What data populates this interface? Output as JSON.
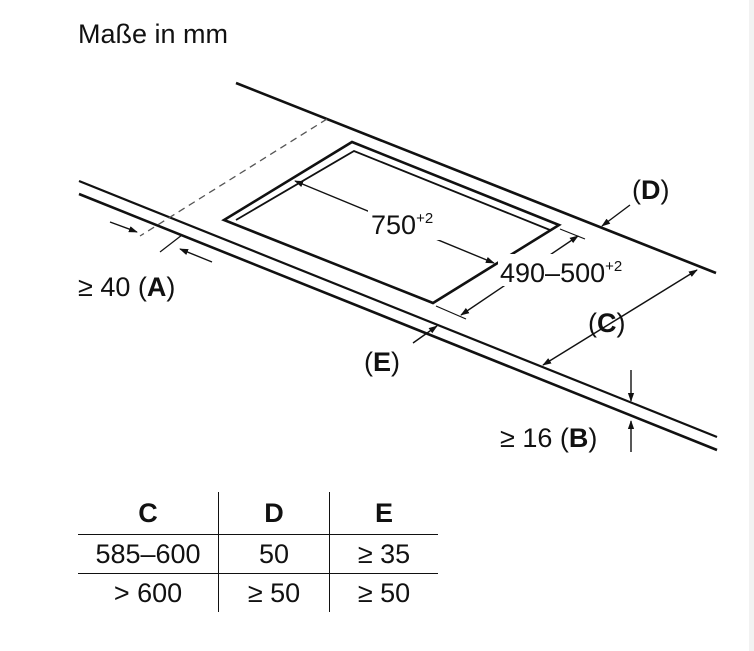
{
  "title": "Maße in mm",
  "labels": {
    "length": "750",
    "length_sup": "+2",
    "depth": "490–500",
    "depth_sup": "+2",
    "a_prefix": "≥ 40 (",
    "a_letter": "A",
    "a_suffix": ")",
    "b_prefix": "≥ 16 (",
    "b_letter": "B",
    "b_suffix": ")",
    "c_open": "(",
    "c_letter": "C",
    "c_close": ")",
    "d_open": "(",
    "d_letter": "D",
    "d_close": ")",
    "e_open": "(",
    "e_letter": "E",
    "e_close": ")"
  },
  "table": {
    "headers": [
      "C",
      "D",
      "E"
    ],
    "rows": [
      [
        "585–600",
        "50",
        "≥ 35"
      ],
      [
        "> 600",
        "≥ 50",
        "≥ 50"
      ]
    ]
  },
  "colors": {
    "line": "#111111",
    "background": "#ffffff"
  }
}
